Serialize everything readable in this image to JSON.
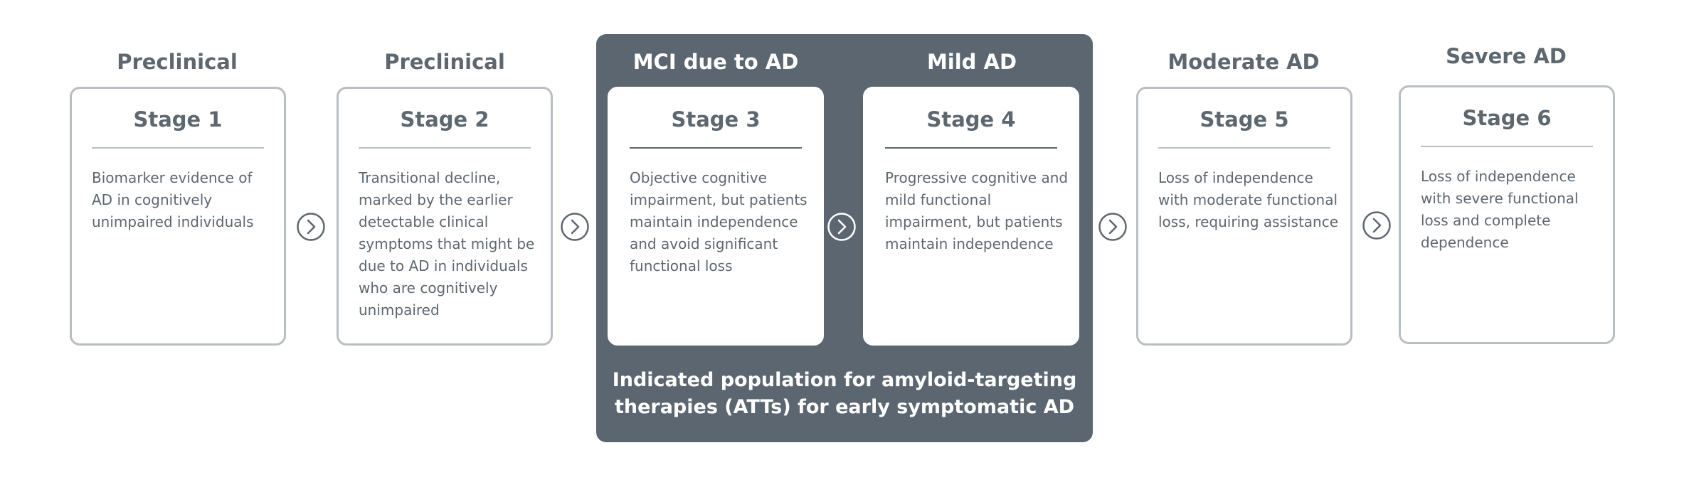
{
  "stages": [
    {
      "phase": "Preclinical",
      "title": "Stage 1",
      "description": "Biomarker evidence of AD in cognitively unimpaired individuals"
    },
    {
      "phase": "Preclinical",
      "title": "Stage 2",
      "description": "Transitional decline, marked by the earlier detectable clinical symptoms that might be due to AD in individuals who are cognitively unimpaired"
    },
    {
      "phase": "MCI due to AD",
      "title": "Stage 3",
      "description": "Objective cognitive impairment, but patients maintain independence and avoid significant functional loss"
    },
    {
      "phase": "Mild AD",
      "title": "Stage 4",
      "description": "Progressive cognitive and mild functional impairment, but patients maintain independence"
    },
    {
      "phase": "Moderate AD",
      "title": "Stage 5",
      "description": "Loss of independence with moderate functional loss, requiring assistance"
    },
    {
      "phase": "Severe AD",
      "title": "Stage 6",
      "description": "Loss of independence with severe functional loss and complete dependence"
    }
  ],
  "highlight": {
    "caption_line1": "Indicated population for amyloid-targeting",
    "caption_line2": "therapies (ATTs) for early symptomatic AD"
  },
  "icons": {
    "arrow": "chevron-right-circle-icon"
  },
  "colors": {
    "highlight_background": "#5b6670",
    "card_border": "#b9bec3",
    "text": "#5d6770",
    "light_text": "#ffffff"
  }
}
